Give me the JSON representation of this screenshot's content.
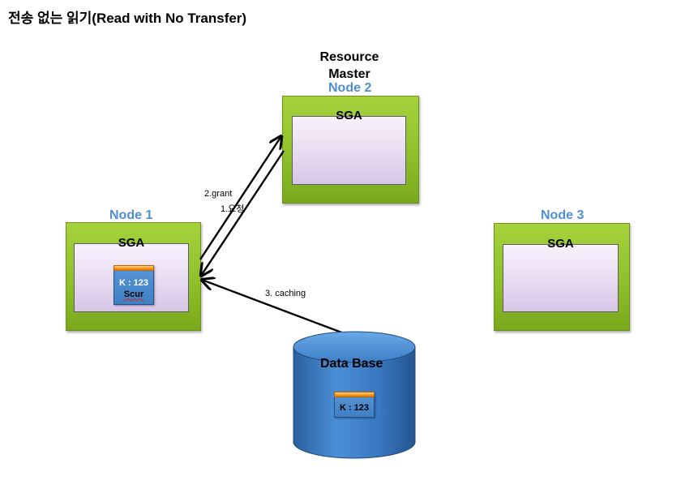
{
  "title": "전송 없는 읽기(Read with No Transfer)",
  "resource_master": [
    "Resource",
    "Master"
  ],
  "nodes": {
    "node1": {
      "label": "Node 1",
      "sga": "SGA",
      "block": {
        "key": "K : 123",
        "status": "Scur"
      }
    },
    "node2": {
      "label": "Node 2",
      "sga": "SGA"
    },
    "node3": {
      "label": "Node 3",
      "sga": "SGA"
    }
  },
  "database": {
    "label": "Data Base",
    "block": {
      "key": "K : 123"
    }
  },
  "arrows": {
    "request": "1.요청",
    "grant": "2.grant",
    "caching": "3. caching"
  },
  "colors": {
    "node_green": "#8fc02a",
    "sga_lavender": "#e9ddf2",
    "node_label_blue": "#4f8fd1",
    "database_blue": "#3a78c0",
    "block_orange": "#f49a1e"
  }
}
